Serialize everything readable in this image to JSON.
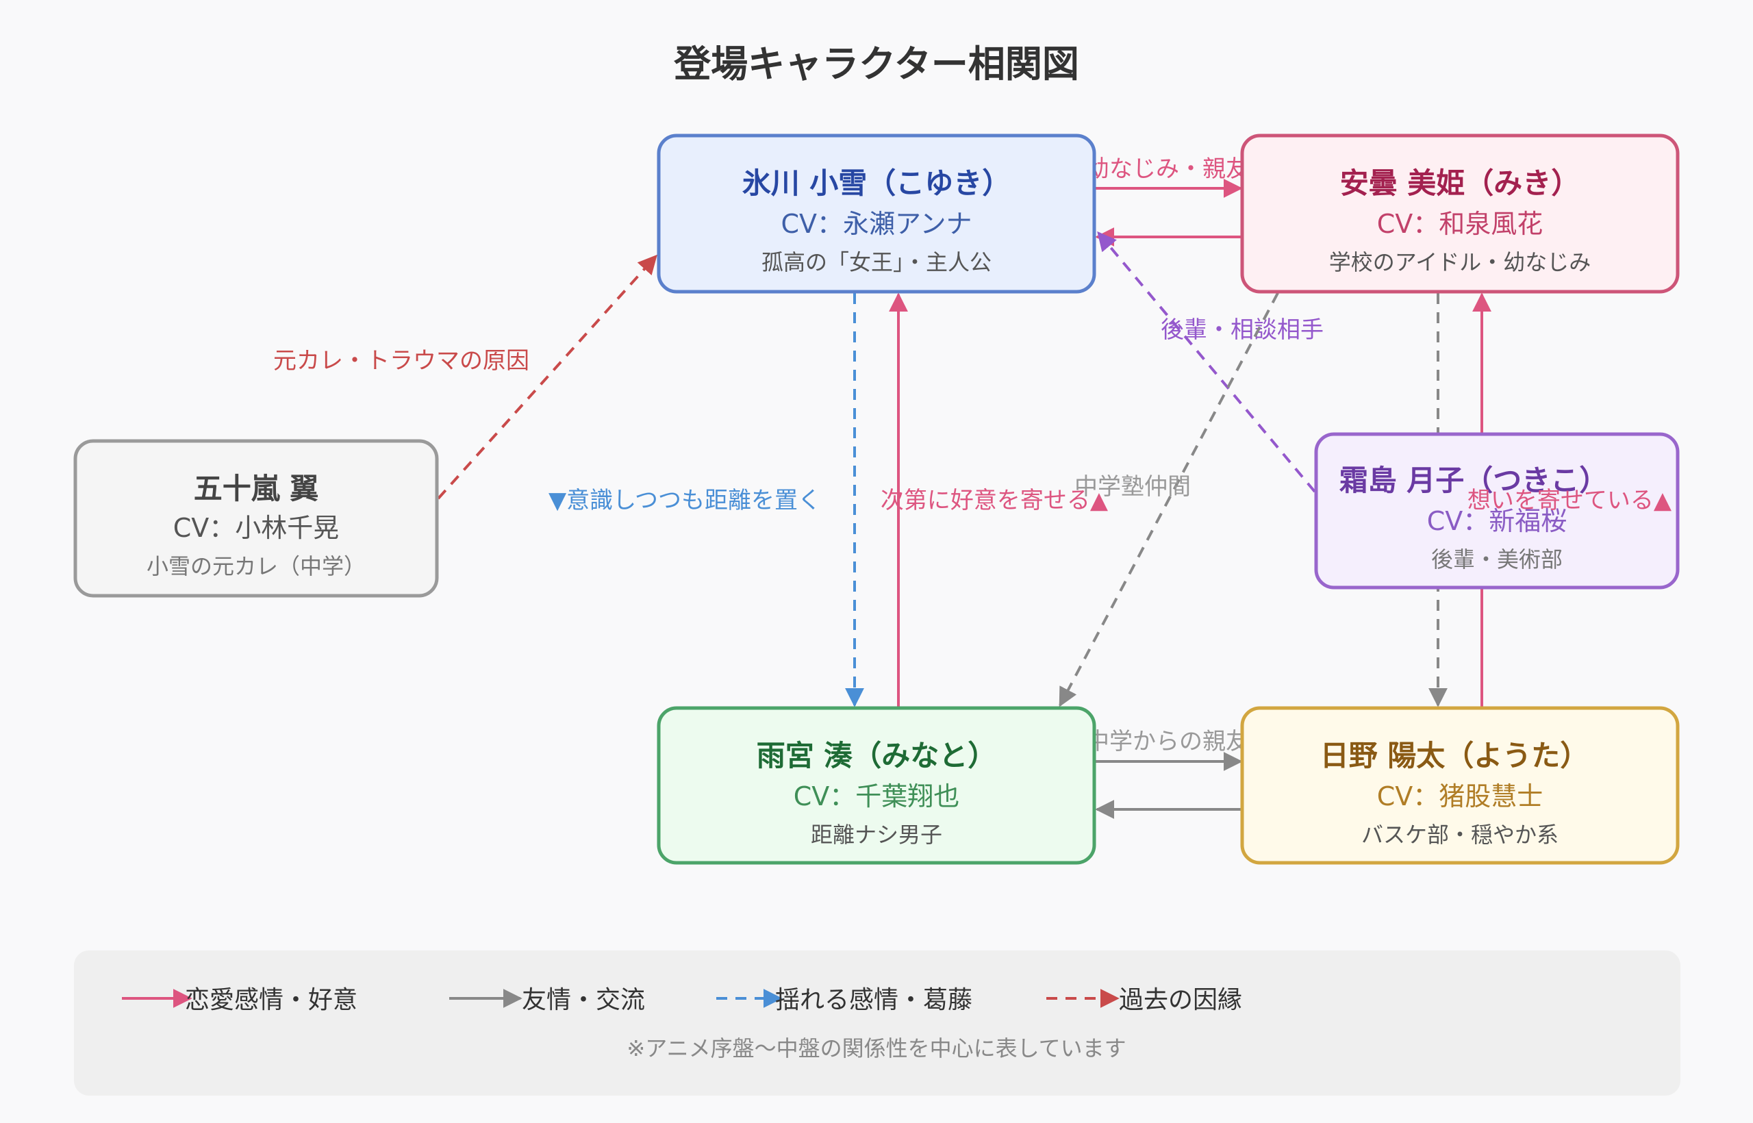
{
  "title": "登場キャラクター相関図",
  "characters": {
    "koyuki": {
      "name": "氷川 小雪（こゆき）",
      "cv": "CV：永瀬アンナ",
      "desc": "孤高の「女王」・主人公",
      "color": "#2747a3",
      "border": "#5b80cc",
      "fill": "#e8effd"
    },
    "miki": {
      "name": "安曇 美姫（みき）",
      "cv": "CV：和泉風花",
      "desc": "学校のアイドル・幼なじみ",
      "color": "#a3214f",
      "border": "#cd5578",
      "fill": "#fef0f3"
    },
    "tsubasa": {
      "name": "五十嵐 翼",
      "cv": "CV：小林千晃",
      "desc": "小雪の元カレ（中学）",
      "color": "#444444",
      "border": "#9a9a9a",
      "fill": "#f5f5f5"
    },
    "tsukiko": {
      "name": "霜島 月子（つきこ）",
      "cv": "CV：新福桜",
      "desc": "後輩・美術部",
      "color": "#6a3aa3",
      "border": "#9966cc",
      "fill": "#f5effd"
    },
    "minato": {
      "name": "雨宮 湊（みなと）",
      "cv": "CV：千葉翔也",
      "desc": "距離ナシ男子",
      "color": "#1e6b35",
      "border": "#4ca469",
      "fill": "#edfbef"
    },
    "yota": {
      "name": "日野 陽太（ようた）",
      "cv": "CV：猪股慧士",
      "desc": "バスケ部・穏やか系",
      "color": "#8a5a14",
      "border": "#d2a640",
      "fill": "#fffaea"
    }
  },
  "relations": {
    "childhood": "幼なじみ・親友",
    "ex_trauma": "元カレ・トラウマの原因",
    "junior_advice": "後輩・相談相手",
    "conscious": "▼意識しつつも距離を置く",
    "growing_love": "次第に好意を寄せる▲",
    "cram_school": "中学塾仲間",
    "thinking_of": "想いを寄せている▲",
    "middle_school_friends": "中学からの親友"
  },
  "legend": {
    "romance": "恋愛感情・好意",
    "friendship": "友情・交流",
    "wavering": "揺れる感情・葛藤",
    "past": "過去の因縁",
    "note": "※アニメ序盤〜中盤の関係性を中心に表しています"
  },
  "colors": {
    "romance": "#dd5580",
    "friendship": "#888888",
    "wavering": "#4a8fd6",
    "past": "#c94a4a",
    "advice": "#9458cc"
  }
}
